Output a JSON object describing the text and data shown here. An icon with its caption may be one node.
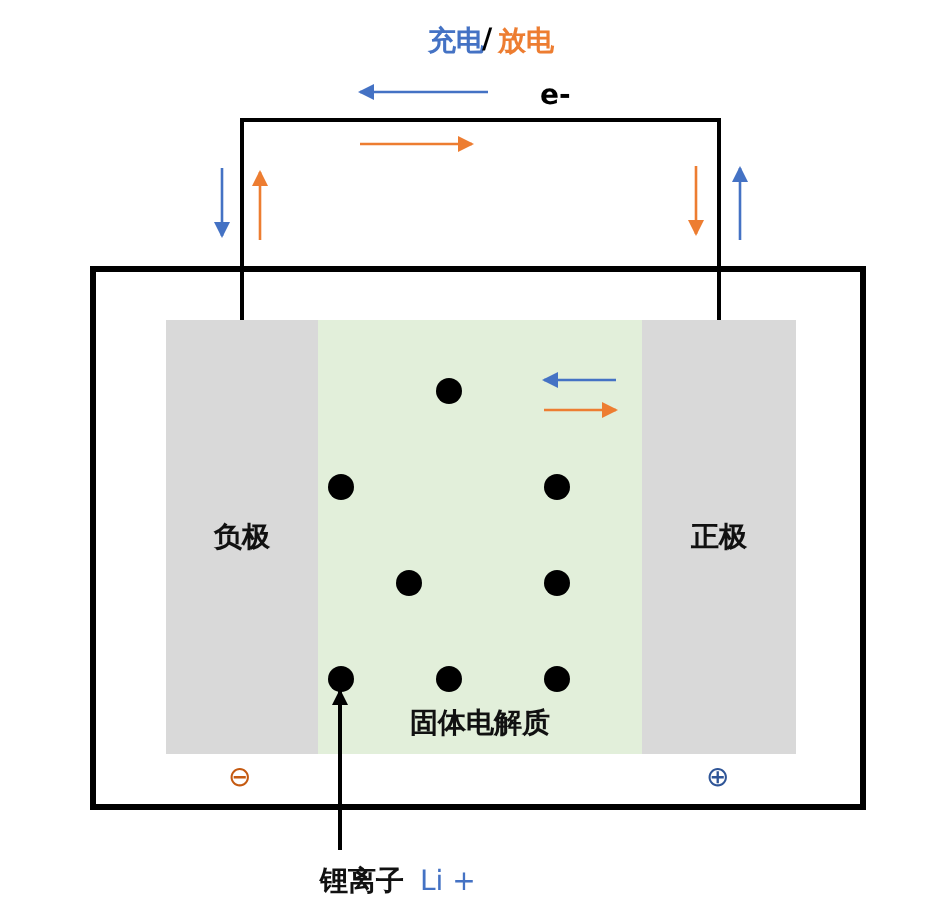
{
  "diagram": {
    "nodes": [
      {
        "text": [],
        "shape": "box"
      },
      {
        "text": [
          "负极"
        ],
        "in": 0
      },
      {
        "text": [
          "固体电解质"
        ],
        "in": 0
      },
      {
        "text": [
          "正极"
        ],
        "in": 0
      },
      {
        "text": [],
        "shape": "circle",
        "in": 2
      },
      {
        "text": [],
        "shape": "circle",
        "in": 2
      },
      {
        "text": [],
        "shape": "circle",
        "in": 2
      },
      {
        "text": [],
        "shape": "circle",
        "in": 2
      },
      {
        "text": [],
        "shape": "circle",
        "in": 2
      },
      {
        "text": [],
        "shape": "circle",
        "in": 2
      },
      {
        "text": [],
        "shape": "circle",
        "in": 2
      },
      {
        "text": [],
        "shape": "circle",
        "in": 2
      },
      {
        "text": [
          "锂离子",
          "Li +"
        ]
      }
    ],
    "edges": [
      {
        "from": 1,
        "to": 3,
        "arrow": "none"
      },
      {
        "from": 12,
        "to": 9,
        "arrow": "to"
      }
    ],
    "labels": [
      "充电",
      "/",
      "放电",
      "e-",
      "⊖",
      "⊕"
    ]
  }
}
